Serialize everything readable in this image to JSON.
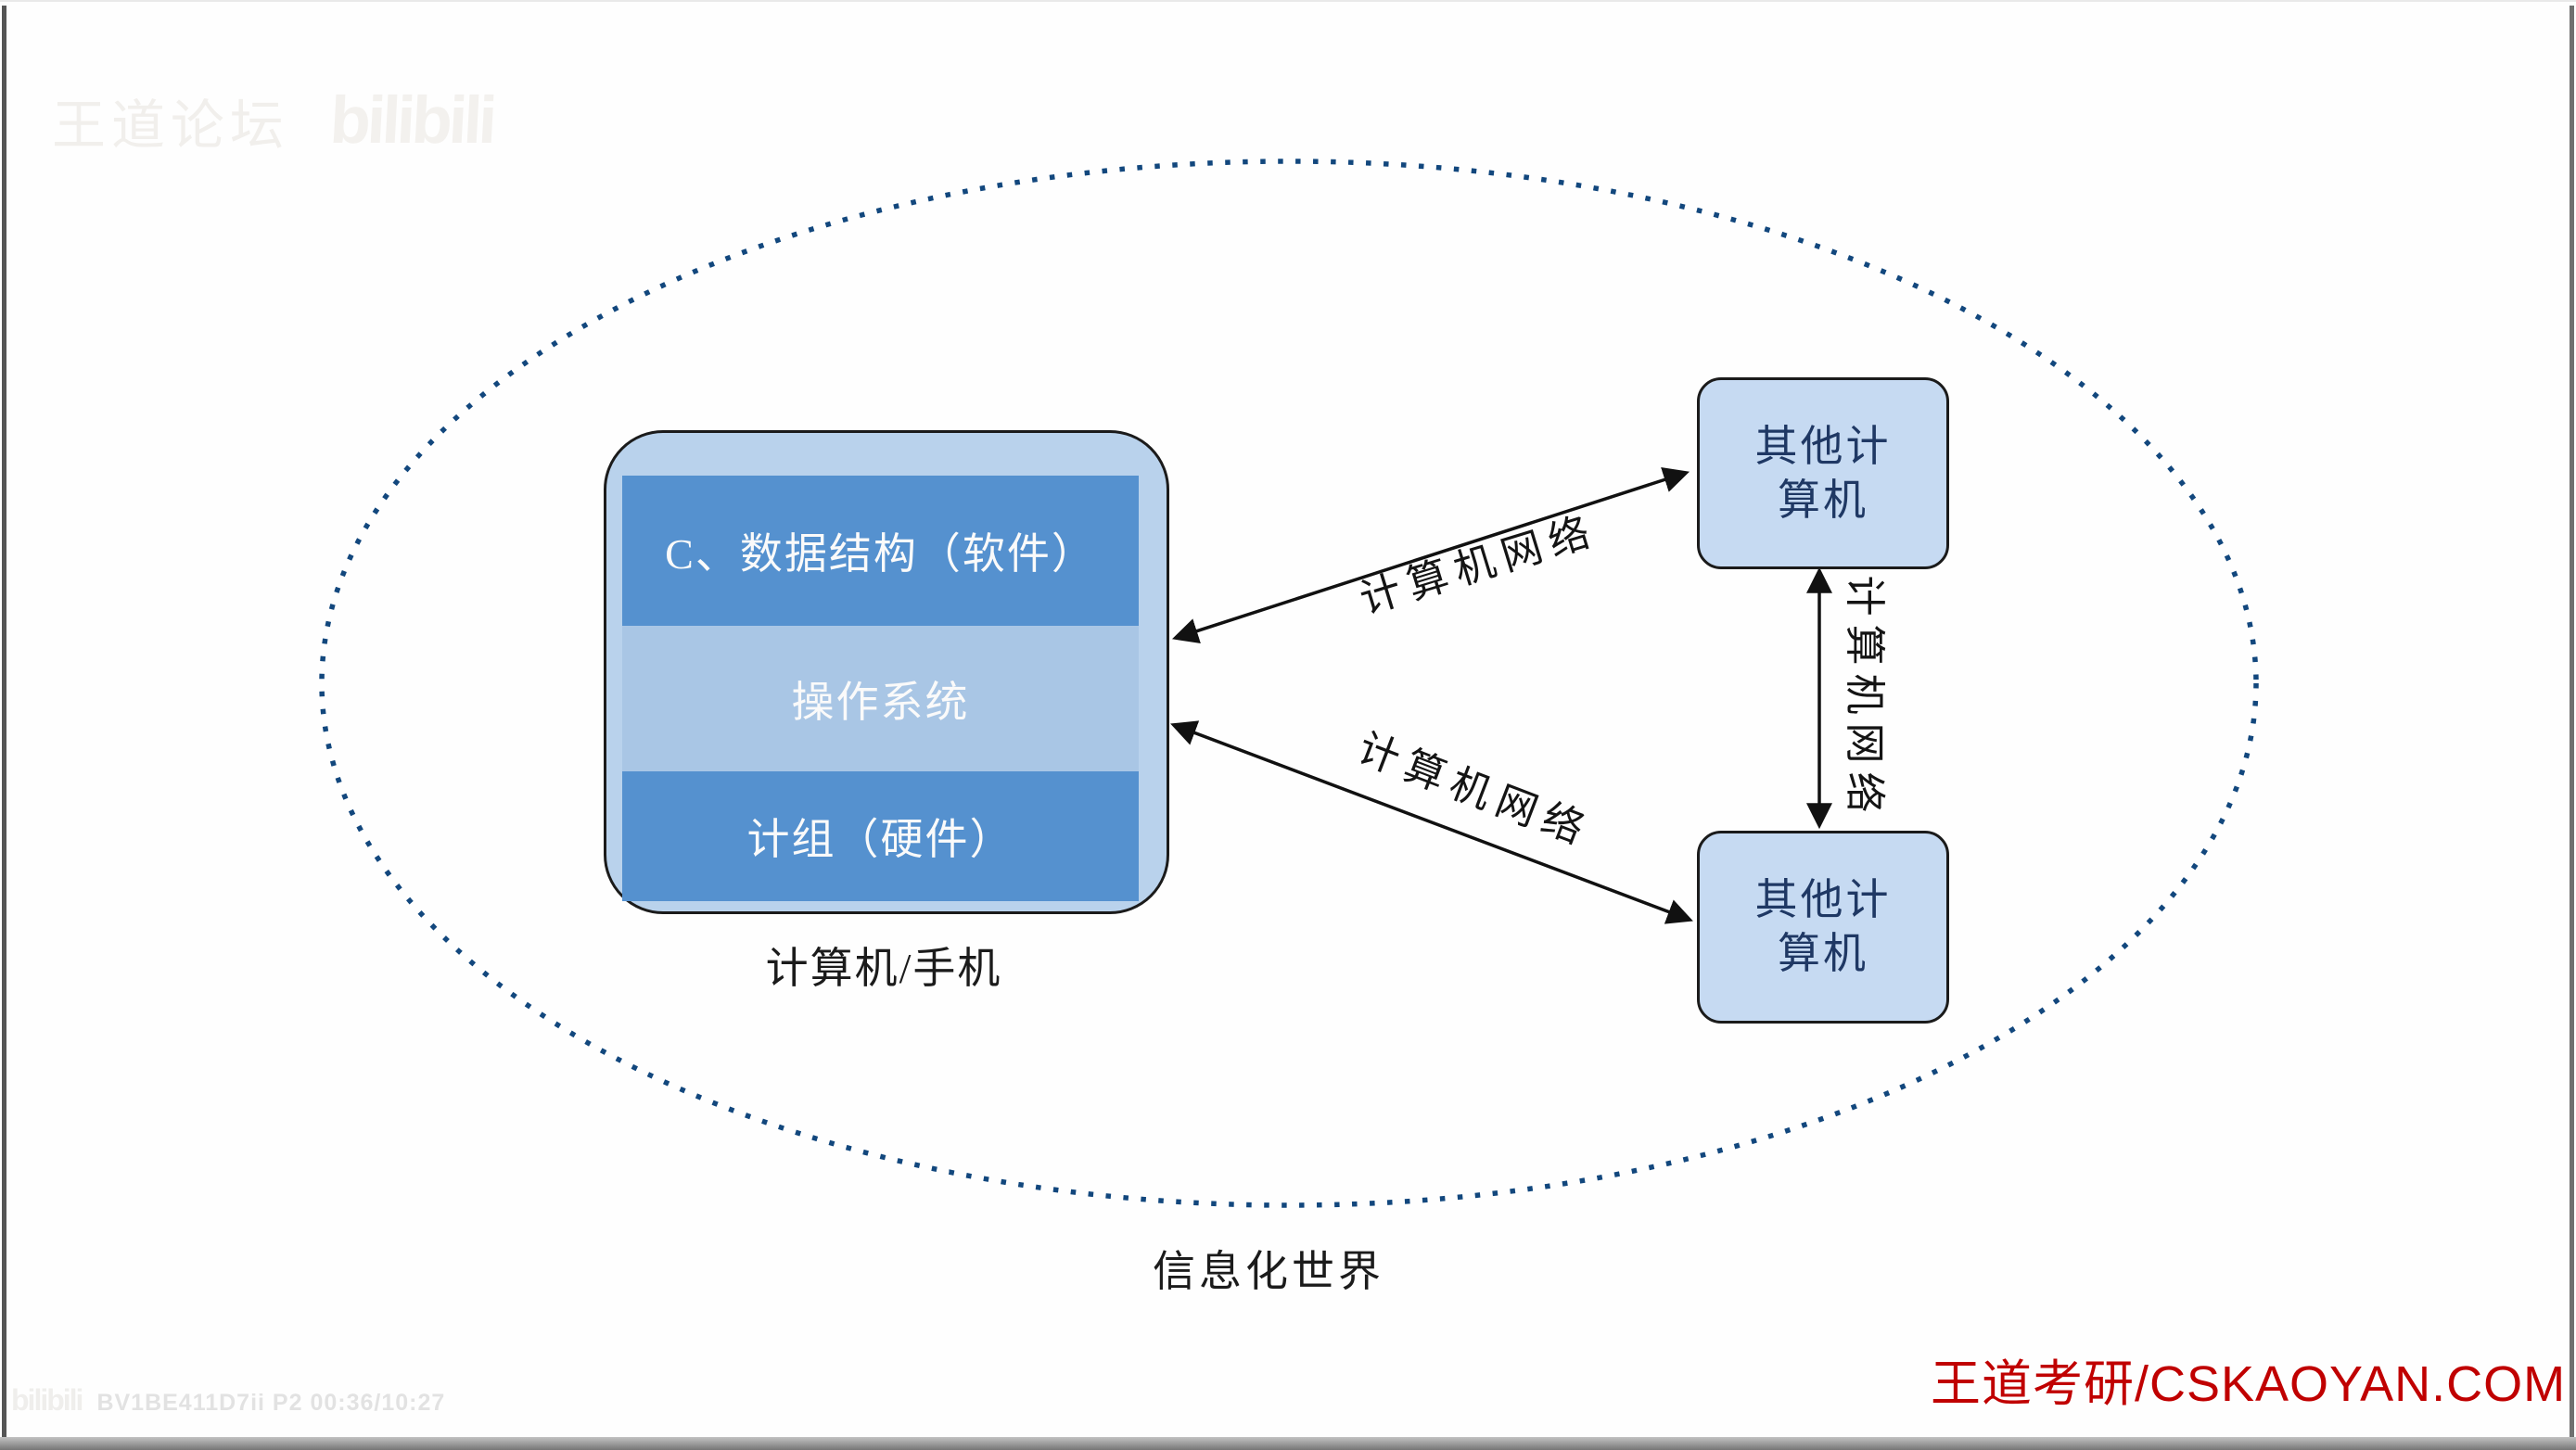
{
  "watermarks": {
    "top_left": {
      "site": "王道论坛",
      "logo": "bilibili"
    },
    "bottom_left": {
      "logo": "bilibili",
      "video_info": "BV1BE411D7ii P2 00:36/10:27"
    },
    "bottom_right": {
      "text": "王道考研/CSKAOYAN.COM",
      "color": "#c00000"
    }
  },
  "diagram": {
    "world_label": "信息化世界",
    "main_computer": {
      "caption": "计算机/手机",
      "container_fill": "#b9d2ec",
      "layers": [
        {
          "id": "data-structure",
          "label": "C、数据结构（软件）",
          "fill": "#5591cf"
        },
        {
          "id": "operating-system",
          "label": "操作系统",
          "fill": "#a9c6e5"
        },
        {
          "id": "computer-organization",
          "label": "计组（硬件）",
          "fill": "#5591cf"
        }
      ]
    },
    "other_computers": [
      {
        "full_label": "其他计算机",
        "lines": [
          "其他计",
          "算机"
        ]
      },
      {
        "full_label": "其他计算机",
        "lines": [
          "其他计",
          "算机"
        ]
      }
    ],
    "network_labels": {
      "upper": "计算机网络",
      "lower": "计算机网络",
      "right": "计算机网络"
    },
    "colors": {
      "ellipse_dots": "#12477d",
      "node_fill": "#c6daf2",
      "node_text": "#1f3864",
      "layer_text": "#fafafa",
      "border": "#1b1b1b",
      "arrow": "#111111"
    }
  }
}
